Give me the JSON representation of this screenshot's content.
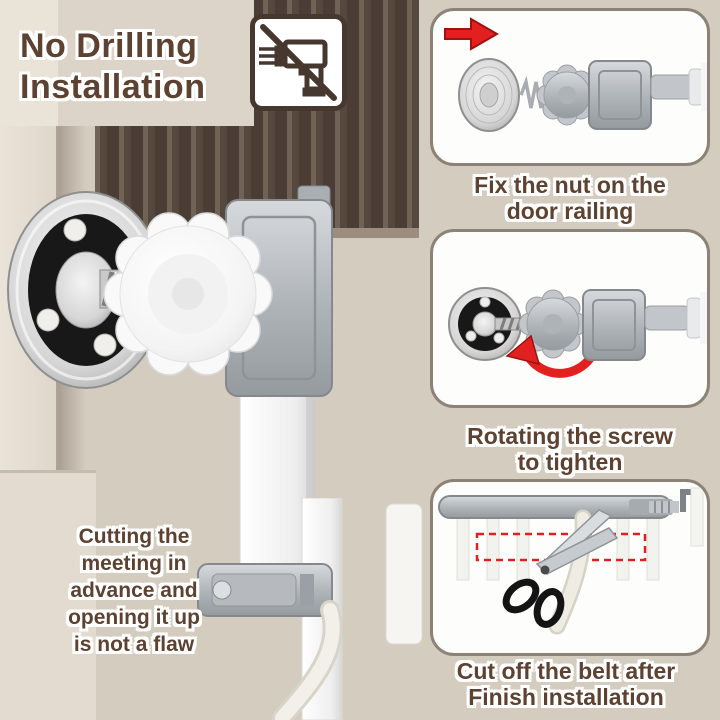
{
  "title": {
    "text": "No Drilling\nInstallation"
  },
  "steps": [
    {
      "id": 1,
      "caption": "Fix the nut on the\ndoor railing"
    },
    {
      "id": 2,
      "caption": "Rotating the screw\nto tighten"
    },
    {
      "id": 3,
      "caption": "Cut off the belt after\nFinish installation"
    }
  ],
  "note": {
    "text": "Cutting the\nmeeting in\nadvance and\nopening it up\nis not a flaw"
  },
  "icons": {
    "no_drill": "no-drill-icon",
    "arrow_right": "red-arrow-right-icon",
    "rotate": "red-rotate-arrow-icon",
    "scissors": "scissors-icon"
  },
  "colors": {
    "text_brown": "#5d4232",
    "background": "#d5ccc0",
    "stripe_dark": "#55483f",
    "panel_border": "#8d8276",
    "accent_red": "#e32020",
    "metal_gray": "#aab0b5",
    "knob_white": "#fbfbfb"
  }
}
